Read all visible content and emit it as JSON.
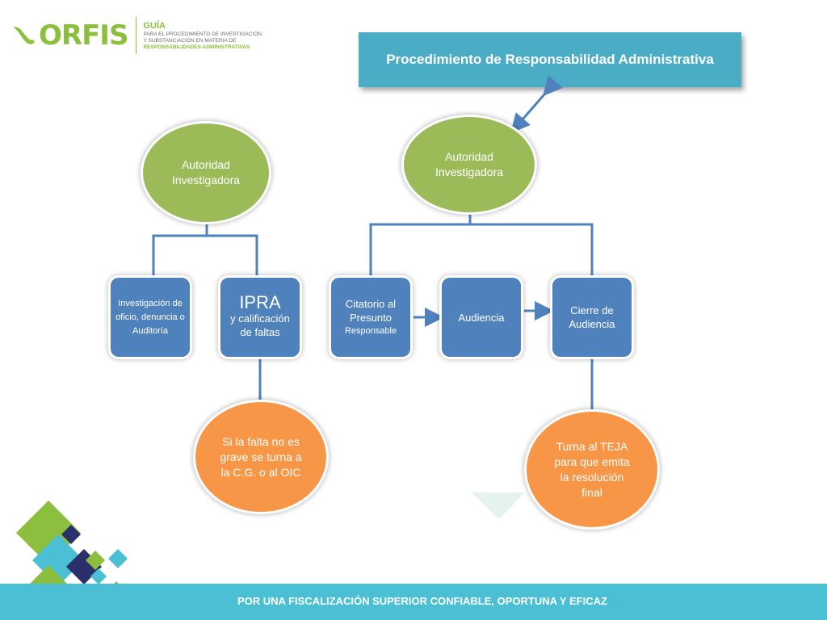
{
  "logo": {
    "word": "ORFIS",
    "guide_title": "GUÍA",
    "guide_line1": "PARA EL PROCEDIMIENTO DE INVESTIGACIÓN",
    "guide_line2": "Y SUBSTANCIACIÓN EN MATERIA DE",
    "guide_line3": "RESPONSABILIDADES ADMINISTRATIVAS"
  },
  "title": "Procedimiento de Responsabilidad Administrativa",
  "nodes": {
    "autoridad_left": "Autoridad Investigadora",
    "autoridad_right": "Autoridad Investigadora",
    "investigacion": "Investigación de oficio, denuncia o Auditoría",
    "ipra_big": "IPRA",
    "ipra_rest": "y calificación de faltas",
    "citatorio": "Citatorio  al Presunto",
    "citatorio_small": "Responsable",
    "audiencia": "Audiencia",
    "cierre": "Cierre de Audiencia",
    "falta": "Si la falta no es grave se turna a la C.G.  o al OIC",
    "teja": "Turna  al  TEJA para que emita la resolución final"
  },
  "footer": "POR UNA FISCALIZACIÓN SUPERIOR CONFIABLE, OPORTUNA Y EFICAZ",
  "colors": {
    "blue": "#4f81bd",
    "green": "#9bbb59",
    "orange": "#f79646",
    "title": "#4bacc6",
    "footer": "#4bc0d4"
  }
}
